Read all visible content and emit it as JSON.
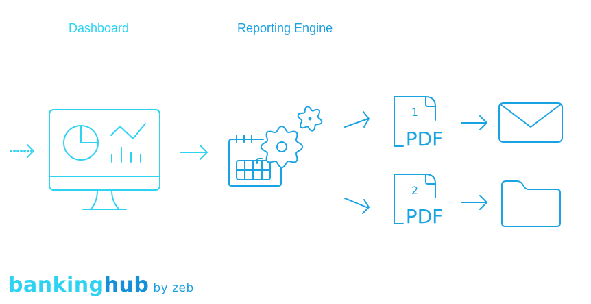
{
  "labels": {
    "dashboard": "Dashboard",
    "reporting_engine": "Reporting Engine"
  },
  "documents": [
    {
      "number": "1",
      "type": "PDF"
    },
    {
      "number": "2",
      "type": "PDF"
    }
  ],
  "logo": {
    "part1": "banking",
    "part2": "hub",
    "suffix": "by zeb"
  },
  "icons": [
    "monitor-icon",
    "pie-chart-icon",
    "line-chart-icon",
    "bar-chart-icon",
    "calendar-icon",
    "gear-icon",
    "pdf-document-icon",
    "envelope-icon",
    "folder-icon",
    "arrow-icon"
  ],
  "colors": {
    "dashboard": "#2fd3f2",
    "engine": "#1aa3e3"
  }
}
